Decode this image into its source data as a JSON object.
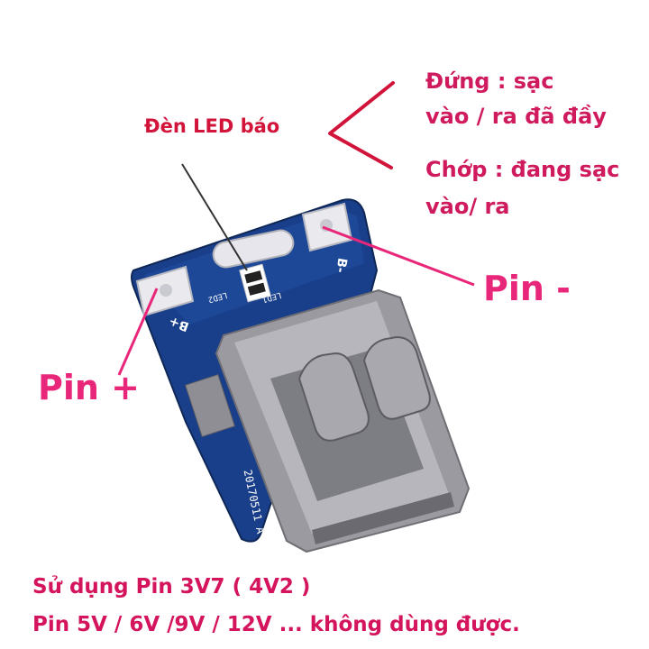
{
  "labels": {
    "led": "Đèn LED báo",
    "steady_line1": "Đứng : sạc",
    "steady_line2": "vào  / ra đã đầy",
    "blink_line1": "Chớp : đang sạc",
    "blink_line2": "vào/ ra",
    "pin_minus": "Pin -",
    "pin_plus": "Pin +"
  },
  "board_markings": {
    "pad_plus": "B+",
    "pad_minus": "B-",
    "led1": "LED1",
    "led2": "LED2",
    "date_code": "20170511 A"
  },
  "notes": {
    "line1": "Sử dụng Pin 3V7 ( 4V2 )",
    "line2": "Pin 5V / 6V /9V / 12V ... không dùng được."
  },
  "colors": {
    "pcb": "#1a3f8a",
    "annotation_red": "#d2143a",
    "pin_label_pink": "#e8277a"
  }
}
